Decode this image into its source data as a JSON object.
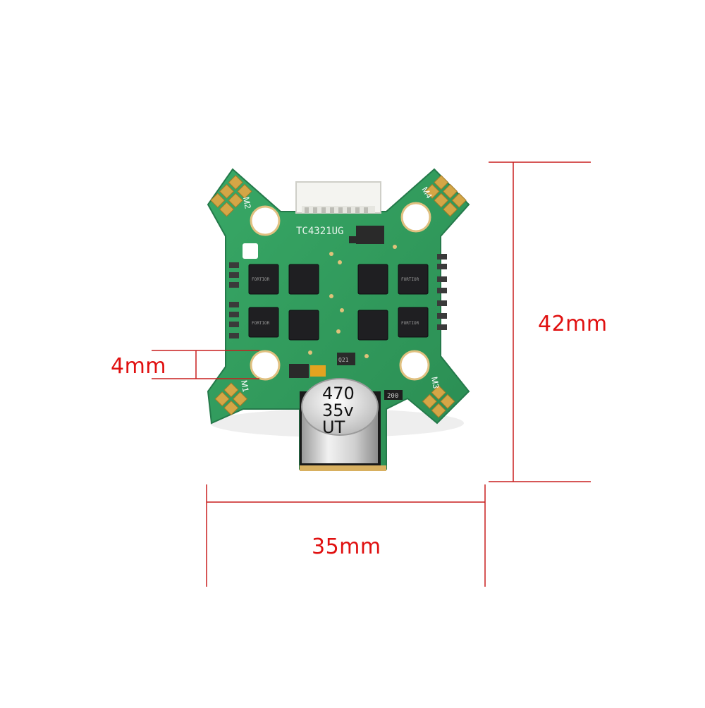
{
  "dimensions": {
    "height_label": "42mm",
    "width_label": "35mm",
    "hole_label": "4mm",
    "line_color": "#c81e1e",
    "text_color": "#e01010"
  },
  "board": {
    "pcb_color": "#2f9a5a",
    "silkscreen": "TC4321UG",
    "connector_pins": 8,
    "motor_pads": [
      "M1",
      "M2",
      "M3",
      "M4"
    ],
    "chips_left_top": [
      "FORTIOR",
      "FORTIOR"
    ],
    "chips_right": [
      "FORTIOR",
      "FORTIOR"
    ],
    "capacitor": {
      "line1": "470",
      "line2": "35v",
      "line3": "UT"
    },
    "diode_label": "200",
    "transistor_label": "Q21"
  }
}
